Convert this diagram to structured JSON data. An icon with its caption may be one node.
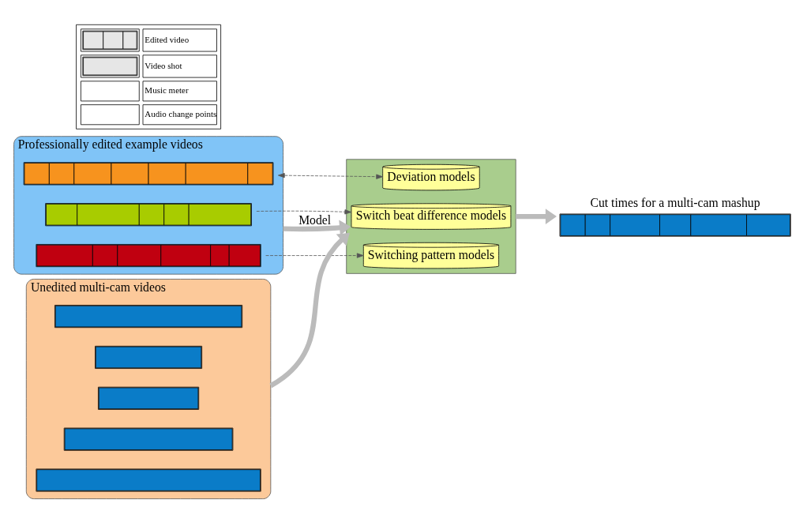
{
  "diagram": {
    "nodes": [
      {
        "text": [
          "Professionally edited example videos"
        ]
      },
      {
        "text": [],
        "shape": "bar",
        "in": 0
      },
      {
        "text": [],
        "shape": "bar",
        "in": 0
      },
      {
        "text": [],
        "shape": "bar",
        "in": 0
      },
      {
        "text": [],
        "shape": "box"
      },
      {
        "text": [
          "Deviation models"
        ],
        "in": 4
      },
      {
        "text": [
          "Switch beat difference models"
        ],
        "in": 4
      },
      {
        "text": [
          "Switching pattern models"
        ],
        "in": 4
      },
      {
        "text": [
          "Unedited multi-cam videos"
        ]
      },
      {
        "text": [],
        "shape": "bar",
        "in": 8
      },
      {
        "text": [],
        "shape": "bar",
        "in": 8
      },
      {
        "text": [],
        "shape": "bar",
        "in": 8
      },
      {
        "text": [],
        "shape": "bar",
        "in": 8
      },
      {
        "text": [],
        "shape": "bar",
        "in": 8
      },
      {
        "text": [
          "Cut times for a multi-cam mashup"
        ]
      }
    ],
    "edges": [
      {
        "from": 1,
        "to": 5,
        "arrow": "both",
        "style": "dashed"
      },
      {
        "from": 2,
        "to": 6,
        "arrow": "to",
        "style": "dashed"
      },
      {
        "from": 3,
        "to": 7,
        "arrow": "to",
        "style": "dashed"
      },
      {
        "from": 0,
        "to": 4,
        "arrow": "to",
        "label": "Model",
        "style": "thick",
        "color": "#bbbbbb"
      },
      {
        "from": 8,
        "to": 4,
        "arrow": "to",
        "style": "thick",
        "color": "#bbbbbb"
      },
      {
        "from": 4,
        "to": 14,
        "arrow": "to",
        "style": "thick",
        "color": "#bbbbbb"
      }
    ],
    "legend": [
      {
        "text": "Edited video"
      },
      {
        "text": "Video shot"
      },
      {
        "text": "Music meter"
      },
      {
        "text": "Audio change points"
      }
    ]
  }
}
